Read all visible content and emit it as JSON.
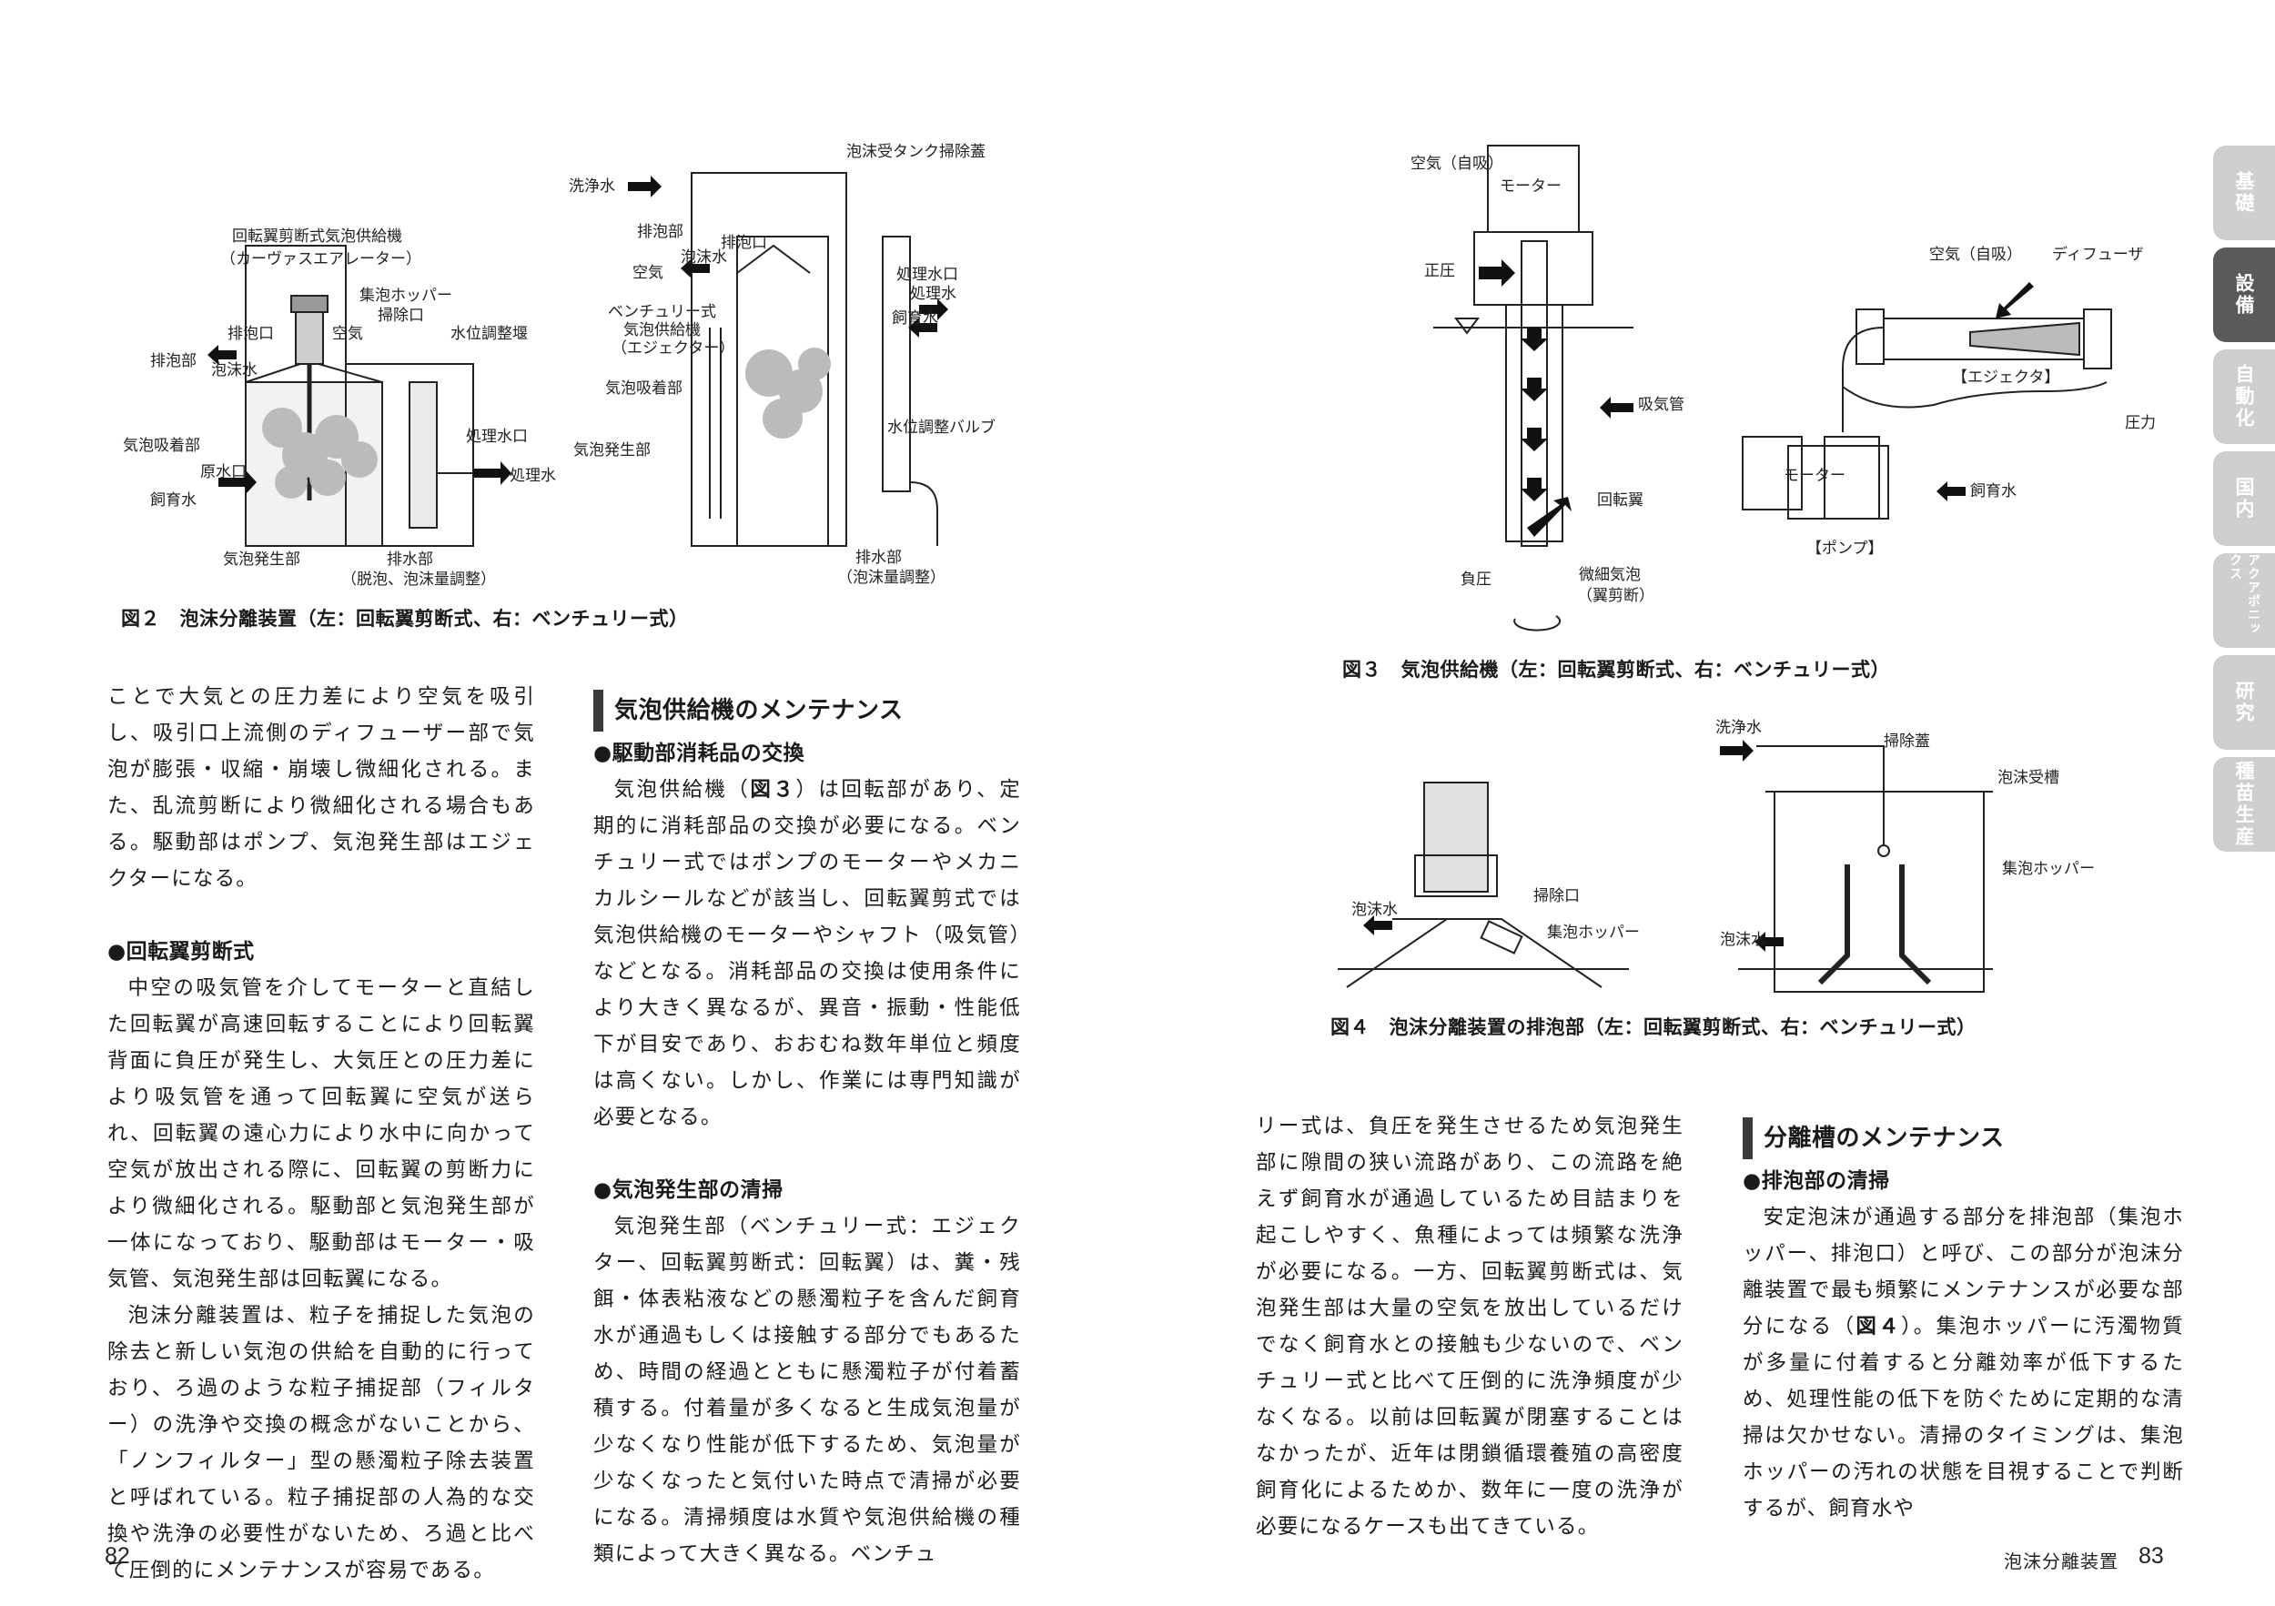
{
  "left_page": {
    "page_number": "82",
    "figure2": {
      "caption": "図２　泡沫分離装置（左：回転翼剪断式、右：ベンチュリー式）",
      "left_labels": {
        "title1": "回転翼剪断式気泡供給機",
        "title2": "（カーヴァスエアレーター）",
        "hopper": "集泡ホッパー",
        "cleanport": "掃除口",
        "air": "空気",
        "weir": "水位調整堰",
        "haiho": "排泡部",
        "haihoguchi": "排泡口",
        "foamwater": "泡沫水",
        "adsorb": "気泡吸着部",
        "rawwater": "原水口",
        "feedwater": "飼育水",
        "treatout": "処理水口",
        "treatwater": "処理水",
        "generate": "気泡発生部",
        "drain1": "排水部",
        "drain2": "（脱泡、泡沫量調整）"
      },
      "right_labels": {
        "wash": "洗浄水",
        "cover": "泡沫受タンク掃除蓋",
        "haiho": "排泡部",
        "haihoguchi": "排泡口",
        "foamwater": "泡沫水",
        "air": "空気",
        "venturi1": "ベンチュリー式",
        "venturi2": "気泡供給機",
        "venturi3": "（エジェクター）",
        "adsorb": "気泡吸着部",
        "generate": "気泡発生部",
        "treatout": "処理水口",
        "treatwater": "処理水",
        "feedwater": "飼育水",
        "valve": "水位調整バルブ",
        "drain1": "排水部",
        "drain2": "（泡沫量調整）"
      }
    },
    "col1": {
      "p1": "ことで大気との圧力差により空気を吸引し、吸引口上流側のディフューザー部で気泡が膨張・収縮・崩壊し微細化される。また、乱流剪断により微細化される場合もある。駆動部はポンプ、気泡発生部はエジェクターになる。",
      "sub1": "●回転翼剪断式",
      "p2": "中空の吸気管を介してモーターと直結した回転翼が高速回転することにより回転翼背面に負圧が発生し、大気圧との圧力差により吸気管を通って回転翼に空気が送られ、回転翼の遠心力により水中に向かって空気が放出される際に、回転翼の剪断力により微細化される。駆動部と気泡発生部が一体になっており、駆動部はモーター・吸気管、気泡発生部は回転翼になる。",
      "p3": "泡沫分離装置は、粒子を捕捉した気泡の除去と新しい気泡の供給を自動的に行っており、ろ過のような粒子捕捉部（フィルター）の洗浄や交換の概念がないことから、「ノンフィルター」型の懸濁粒子除去装置と呼ばれている。粒子捕捉部の人為的な交換や洗浄の必要性がないため、ろ過と比べて圧倒的にメンテナンスが容易である。"
    },
    "col2": {
      "section": "気泡供給機のメンテナンス",
      "sub1": "●駆動部消耗品の交換",
      "p1a": "気泡供給機（",
      "p1ref": "図３",
      "p1b": "）は回転部があり、定期的に消耗部品の交換が必要になる。ベンチュリー式ではポンプのモーターやメカニカルシールなどが該当し、回転翼剪式では気泡供給機のモーターやシャフト（吸気管）などとなる。消耗部品の交換は使用条件により大きく異なるが、異音・振動・性能低下が目安であり、おおむね数年単位と頻度は高くない。しかし、作業には専門知識が必要となる。",
      "sub2": "●気泡発生部の清掃",
      "p2": "気泡発生部（ベンチュリー式：エジェクター、回転翼剪断式：回転翼）は、糞・残餌・体表粘液などの懸濁粒子を含んだ飼育水が通過もしくは接触する部分でもあるため、時間の経過とともに懸濁粒子が付着蓄積する。付着量が多くなると生成気泡量が少なくなり性能が低下するため、気泡量が少なくなったと気付いた時点で清掃が必要になる。清掃頻度は水質や気泡供給機の種類によって大きく異なる。ベンチュ"
    }
  },
  "right_page": {
    "page_number": "83",
    "running_head": "泡沫分離装置",
    "figure3": {
      "caption": "図３　気泡供給機（左：回転翼剪断式、右：ベンチュリー式）",
      "labels": {
        "air_self": "空気（自吸）",
        "motor": "モーター",
        "pos_pressure": "正圧",
        "intake_pipe": "吸気管",
        "impeller": "回転翼",
        "neg_pressure": "負圧",
        "fine1": "微細気泡",
        "fine2": "（翼剪断）",
        "air_self2": "空気（自吸）",
        "diffuser": "ディフューザ",
        "ejector": "【エジェクタ】",
        "pressure": "圧力",
        "motor2": "モーター",
        "feedwater": "飼育水",
        "pump": "【ポンプ】"
      }
    },
    "figure4": {
      "caption": "図４　泡沫分離装置の排泡部（左：回転翼剪断式、右：ベンチュリー式）",
      "labels": {
        "wash": "洗浄水",
        "cover": "掃除蓋",
        "tank": "泡沫受槽",
        "hopper_r": "集泡ホッパー",
        "foam_r": "泡沫水",
        "foam_l": "泡沫水",
        "cleanport": "掃除口",
        "hopper_l": "集泡ホッパー"
      }
    },
    "col1": {
      "p1": "リー式は、負圧を発生させるため気泡発生部に隙間の狭い流路があり、この流路を絶えず飼育水が通過しているため目詰まりを起こしやすく、魚種によっては頻繁な洗浄が必要になる。一方、回転翼剪断式は、気泡発生部は大量の空気を放出しているだけでなく飼育水との接触も少ないので、ベンチュリー式と比べて圧倒的に洗浄頻度が少なくなる。以前は回転翼が閉塞することはなかったが、近年は閉鎖循環養殖の高密度飼育化によるためか、数年に一度の洗浄が必要になるケースも出てきている。"
    },
    "col2": {
      "section": "分離槽のメンテナンス",
      "sub1": "●排泡部の清掃",
      "p1a": "安定泡沫が通過する部分を排泡部（集泡ホッパー、排泡口）と呼び、この部分が泡沫分離装置で最も頻繁にメンテナンスが必要な部分になる（",
      "p1ref": "図４",
      "p1b": "）。集泡ホッパーに汚濁物質が多量に付着すると分離効率が低下するため、処理性能の低下を防ぐために定期的な清掃は欠かせない。清掃のタイミングは、集泡ホッパーの汚れの状態を目視することで判断するが、飼育水や"
    },
    "tabs": [
      "基礎",
      "設備",
      "自動化",
      "国内",
      "アクアポニックス",
      "研究",
      "種苗生産"
    ]
  }
}
